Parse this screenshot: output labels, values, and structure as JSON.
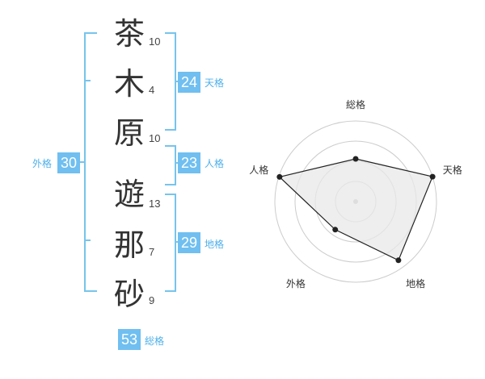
{
  "name": {
    "chars": [
      "茶",
      "木",
      "原",
      "遊",
      "那",
      "砂"
    ],
    "strokes": [
      "10",
      "4",
      "10",
      "13",
      "7",
      "9"
    ]
  },
  "scores": {
    "tenkaku": {
      "value": "24",
      "label": "天格"
    },
    "jinkaku": {
      "value": "23",
      "label": "人格"
    },
    "chikaku": {
      "value": "29",
      "label": "地格"
    },
    "gaikaku": {
      "value": "30",
      "label": "外格"
    },
    "soukaku": {
      "value": "53",
      "label": "総格"
    }
  },
  "chart_data": {
    "type": "radar",
    "axes": [
      "総格",
      "天格",
      "地格",
      "外格",
      "人格"
    ],
    "values": [
      0.53,
      1.0,
      0.9,
      0.43,
      0.99
    ],
    "rings": 4,
    "colors": {
      "fill": "#e8e8e8",
      "stroke": "#222222",
      "grid": "#cccccc",
      "center": "#bbbbbb"
    }
  },
  "colors": {
    "accent": "#70bff0",
    "bracket": "#77c4ec",
    "label": "#4fb0ea"
  }
}
